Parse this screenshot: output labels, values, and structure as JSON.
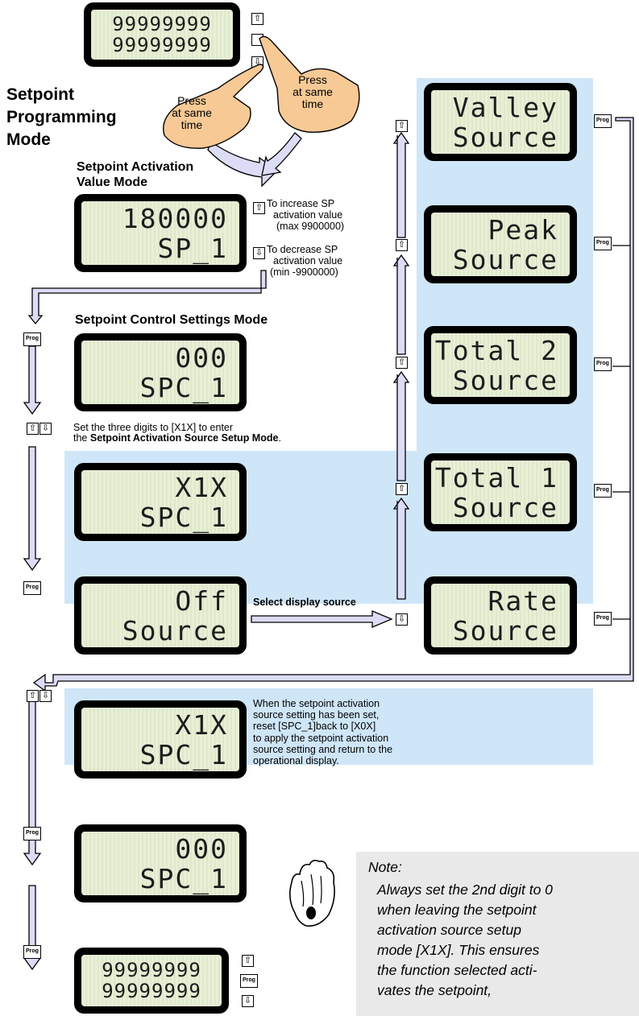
{
  "title": {
    "l1": "Setpoint",
    "l2": "Programming",
    "l3": "Mode"
  },
  "top_display": {
    "l1": "99999999",
    "l2": "99999999"
  },
  "hand_left": {
    "l1": "Press",
    "l2": "at same",
    "l3": "time"
  },
  "hand_right": {
    "l1": "Press",
    "l2": "at same",
    "l3": "time"
  },
  "activation_section": {
    "l1": "Setpoint Activation",
    "l2": "Value Mode"
  },
  "sp_display": {
    "l1": "180000",
    "l2": "SP_1"
  },
  "increase_text": {
    "l1": "To increase SP",
    "l2": "activation value",
    "l3": "(max 9900000)"
  },
  "decrease_text": {
    "l1": "To decrease SP",
    "l2": "activation value",
    "l3": "(min -9900000)"
  },
  "control_section": "Setpoint Control Settings Mode",
  "spc_display_1": {
    "l1": "000",
    "l2": "SPC_1"
  },
  "set_digits_text": {
    "l1": "Set the three digits to [X1X] to enter",
    "l2_pre": "the ",
    "l2_bold": "Setpoint Activation Source Setup Mode",
    "l2_post": "."
  },
  "spc_display_2": {
    "l1": "X1X",
    "l2": "SPC_1"
  },
  "off_display": {
    "l1": "Off",
    "l2": "Source"
  },
  "select_source_label": "Select display source",
  "source_displays": [
    {
      "l1": "Valley",
      "l2": "Source"
    },
    {
      "l1": "Peak",
      "l2": "Source"
    },
    {
      "l1": "Total 2",
      "l2": "Source"
    },
    {
      "l1": "Total 1",
      "l2": "Source"
    },
    {
      "l1": "Rate",
      "l2": "Source"
    }
  ],
  "spc_display_3": {
    "l1": "X1X",
    "l2": "SPC_1"
  },
  "reset_text": {
    "l1": "When the setpoint activation",
    "l2": "source setting has been set,",
    "l3": "reset [SPC_1]back to [X0X]",
    "l4": "to apply the setpoint activation",
    "l5": "source setting and return to the",
    "l6": "operational display."
  },
  "spc_display_4": {
    "l1": "000",
    "l2": "SPC_1"
  },
  "bottom_display": {
    "l1": "99999999",
    "l2": "99999999"
  },
  "note": {
    "title": "Note:",
    "l1": "Always set the 2nd digit to 0",
    "l2": "when leaving the setpoint",
    "l3": "activation source setup",
    "l4": "mode [X1X]. This ensures",
    "l5": "the function selected acti-",
    "l6": "vates the setpoint,"
  },
  "prog_label": "Prog",
  "icons": {
    "up": "up-arrow-button-icon",
    "down": "down-arrow-button-icon",
    "prog": "prog-button-icon",
    "hand": "pointing-hand-icon",
    "note": "note-hand-icon"
  },
  "colors": {
    "highlight": "#cfe6f8",
    "lcd_screen": "#e7efd4",
    "arrow_fill": "#dcdcf7",
    "hand_fill": "#f6c995",
    "note_bg": "#e9e9e9"
  }
}
